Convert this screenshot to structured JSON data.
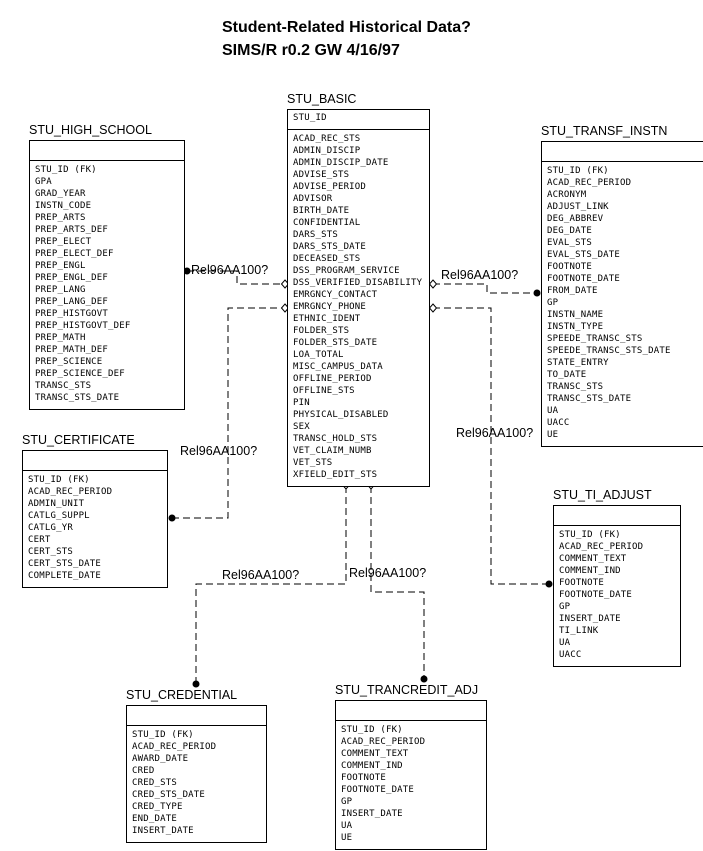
{
  "diagram": {
    "title": "Student-Related Historical Data?",
    "subtitle": "SIMS/R r0.2  GW 4/16/97",
    "relationship_label": "Rel96AA100?"
  },
  "entities": [
    {
      "id": "stu_basic",
      "name": "STU_BASIC",
      "keys": [
        "STU_ID"
      ],
      "attributes": [
        "ACAD_REC_STS",
        "ADMIN_DISCIP",
        "ADMIN_DISCIP_DATE",
        "ADVISE_STS",
        "ADVISE_PERIOD",
        "ADVISOR",
        "BIRTH_DATE",
        "CONFIDENTIAL",
        "DARS_STS",
        "DARS_STS_DATE",
        "DECEASED_STS",
        "DSS_PROGRAM_SERVICE",
        "DSS_VERIFIED_DISABILITY",
        "EMRGNCY_CONTACT",
        "EMRGNCY_PHONE",
        "ETHNIC_IDENT",
        "FOLDER_STS",
        "FOLDER_STS_DATE",
        "LOA_TOTAL",
        "MISC_CAMPUS_DATA",
        "OFFLINE_PERIOD",
        "OFFLINE_STS",
        "PIN",
        "PHYSICAL_DISABLED",
        "SEX",
        "TRANSC_HOLD_STS",
        "VET_CLAIM_NUMB",
        "VET_STS",
        "XFIELD_EDIT_STS"
      ]
    },
    {
      "id": "stu_high_school",
      "name": "STU_HIGH_SCHOOL",
      "keys": [],
      "attributes": [
        "STU_ID (FK)",
        "GPA",
        "GRAD_YEAR",
        "INSTN_CODE",
        "PREP_ARTS",
        "PREP_ARTS_DEF",
        "PREP_ELECT",
        "PREP_ELECT_DEF",
        "PREP_ENGL",
        "PREP_ENGL_DEF",
        "PREP_LANG",
        "PREP_LANG_DEF",
        "PREP_HISTGOVT",
        "PREP_HISTGOVT_DEF",
        "PREP_MATH",
        "PREP_MATH_DEF",
        "PREP_SCIENCE",
        "PREP_SCIENCE_DEF",
        "TRANSC_STS",
        "TRANSC_STS_DATE"
      ]
    },
    {
      "id": "stu_transf_instn",
      "name": "STU_TRANSF_INSTN",
      "keys": [],
      "attributes": [
        "STU_ID (FK)",
        "ACAD_REC_PERIOD",
        "ACRONYM",
        "ADJUST_LINK",
        "DEG_ABBREV",
        "DEG_DATE",
        "EVAL_STS",
        "EVAL_STS_DATE",
        "FOOTNOTE",
        "FOOTNOTE_DATE",
        "FROM_DATE",
        "GP",
        "INSTN_NAME",
        "INSTN_TYPE",
        "SPEEDE_TRANSC_STS",
        "SPEEDE_TRANSC_STS_DATE",
        "STATE_ENTRY",
        "TO_DATE",
        "TRANSC_STS",
        "TRANSC_STS_DATE",
        "UA",
        "UACC",
        "UE"
      ]
    },
    {
      "id": "stu_certificate",
      "name": "STU_CERTIFICATE",
      "keys": [],
      "attributes": [
        "STU_ID (FK)",
        "ACAD_REC_PERIOD",
        "ADMIN_UNIT",
        "CATLG_SUPPL",
        "CATLG_YR",
        "CERT",
        "CERT_STS",
        "CERT_STS_DATE",
        "COMPLETE_DATE"
      ]
    },
    {
      "id": "stu_ti_adjust",
      "name": "STU_TI_ADJUST",
      "keys": [],
      "attributes": [
        "STU_ID (FK)",
        "ACAD_REC_PERIOD",
        "COMMENT_TEXT",
        "COMMENT_IND",
        "FOOTNOTE",
        "FOOTNOTE_DATE",
        "GP",
        "INSERT_DATE",
        "TI_LINK",
        "UA",
        "UACC"
      ]
    },
    {
      "id": "stu_credential",
      "name": "STU_CREDENTIAL",
      "keys": [],
      "attributes": [
        "STU_ID (FK)",
        "ACAD_REC_PERIOD",
        "AWARD_DATE",
        "CRED",
        "CRED_STS",
        "CRED_STS_DATE",
        "CRED_TYPE",
        "END_DATE",
        "INSERT_DATE"
      ]
    },
    {
      "id": "stu_trancredit_adj",
      "name": "STU_TRANCREDIT_ADJ",
      "keys": [],
      "attributes": [
        "STU_ID (FK)",
        "ACAD_REC_PERIOD",
        "COMMENT_TEXT",
        "COMMENT_IND",
        "FOOTNOTE",
        "FOOTNOTE_DATE",
        "GP",
        "INSERT_DATE",
        "UA",
        "UE"
      ]
    }
  ],
  "relationships": [
    {
      "from": "STU_BASIC",
      "to": "STU_HIGH_SCHOOL",
      "label": "Rel96AA100?"
    },
    {
      "from": "STU_BASIC",
      "to": "STU_TRANSF_INSTN",
      "label": "Rel96AA100?"
    },
    {
      "from": "STU_BASIC",
      "to": "STU_CERTIFICATE",
      "label": "Rel96AA100?"
    },
    {
      "from": "STU_BASIC",
      "to": "STU_TI_ADJUST",
      "label": "Rel96AA100?"
    },
    {
      "from": "STU_BASIC",
      "to": "STU_CREDENTIAL",
      "label": "Rel96AA100?"
    },
    {
      "from": "STU_BASIC",
      "to": "STU_TRANCREDIT_ADJ",
      "label": "Rel96AA100?"
    }
  ]
}
